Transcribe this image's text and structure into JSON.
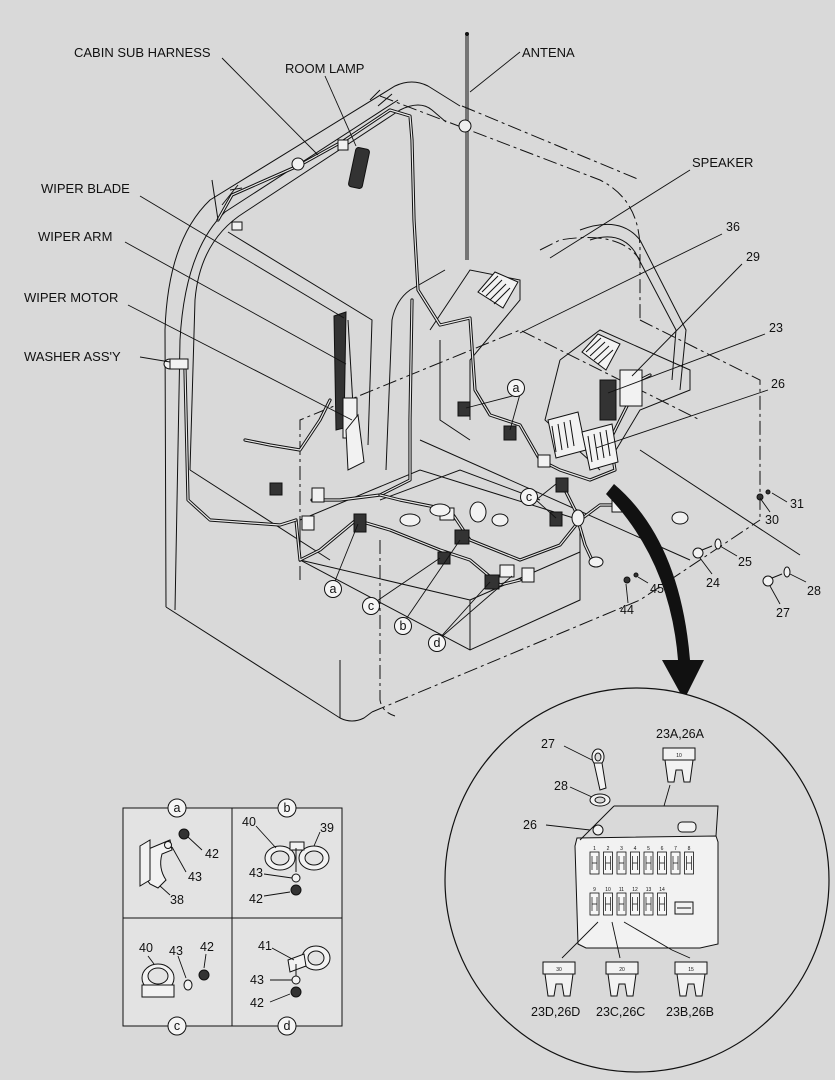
{
  "labels": {
    "cabin_sub_harness": "CABIN SUB HARNESS",
    "room_lamp": "ROOM LAMP",
    "antena": "ANTENA",
    "speaker": "SPEAKER",
    "wiper_blade": "WIPER BLADE",
    "wiper_arm": "WIPER ARM",
    "wiper_motor": "WIPER MOTOR",
    "washer_assy": "WASHER ASS'Y"
  },
  "callouts": {
    "n36": "36",
    "n29": "29",
    "n23": "23",
    "n26": "26",
    "n31": "31",
    "n30": "30",
    "n25": "25",
    "n24": "24",
    "n28": "28",
    "n27": "27",
    "n45": "45",
    "n44": "44"
  },
  "circle_letters": {
    "a_top": "a",
    "c_top": "c",
    "a_bottom": "a",
    "c_bottom": "c",
    "b_bottom": "b",
    "d_bottom": "d"
  },
  "detail_panels": {
    "a": {
      "tag": "a",
      "items": [
        "42",
        "43",
        "38"
      ]
    },
    "b": {
      "tag": "b",
      "items": [
        "40",
        "39",
        "43",
        "42"
      ]
    },
    "c": {
      "tag": "c",
      "items": [
        "40",
        "43",
        "42"
      ]
    },
    "d": {
      "tag": "d",
      "items": [
        "41",
        "43",
        "42"
      ]
    }
  },
  "fuse_box_detail": {
    "n27": "27",
    "n28": "28",
    "n26": "26",
    "fuse_top_label": "23A,26A",
    "fuse_top_rating": "10",
    "slot_numbers_top": [
      "1",
      "2",
      "3",
      "4",
      "5",
      "6",
      "7",
      "8"
    ],
    "slot_numbers_bottom": [
      "9",
      "10",
      "11",
      "12",
      "13",
      "14"
    ],
    "fuses_bottom": [
      {
        "rating": "30",
        "label": "23D,26D"
      },
      {
        "rating": "20",
        "label": "23C,26C"
      },
      {
        "rating": "15",
        "label": "23B,26B"
      }
    ]
  }
}
